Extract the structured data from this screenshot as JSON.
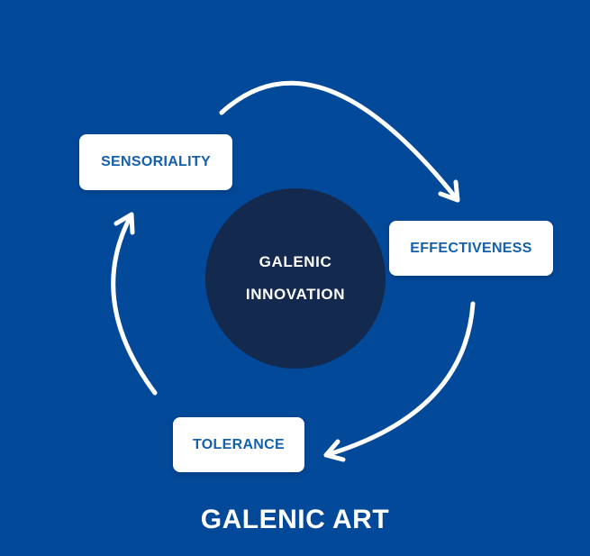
{
  "colors": {
    "background": "#03499a",
    "center-circle": "#13294e",
    "node-bg": "#ffffff",
    "node-text": "#1560ab",
    "arrow": "#ffffff",
    "title-text": "#ffffff"
  },
  "diagram": {
    "center_label_line1": "GALENIC",
    "center_label_line2": "INNOVATION",
    "nodes": [
      {
        "id": "sensoriality",
        "label": "SENSORIALITY"
      },
      {
        "id": "effectiveness",
        "label": "EFFECTIVENESS"
      },
      {
        "id": "tolerance",
        "label": "TOLERANCE"
      }
    ],
    "cycle_arrows": [
      {
        "from": "SENSORIALITY",
        "to": "EFFECTIVENESS",
        "direction": "clockwise"
      },
      {
        "from": "EFFECTIVENESS",
        "to": "TOLERANCE",
        "direction": "clockwise"
      },
      {
        "from": "TOLERANCE",
        "to": "SENSORIALITY",
        "direction": "clockwise"
      }
    ],
    "title": "GALENIC ART"
  }
}
